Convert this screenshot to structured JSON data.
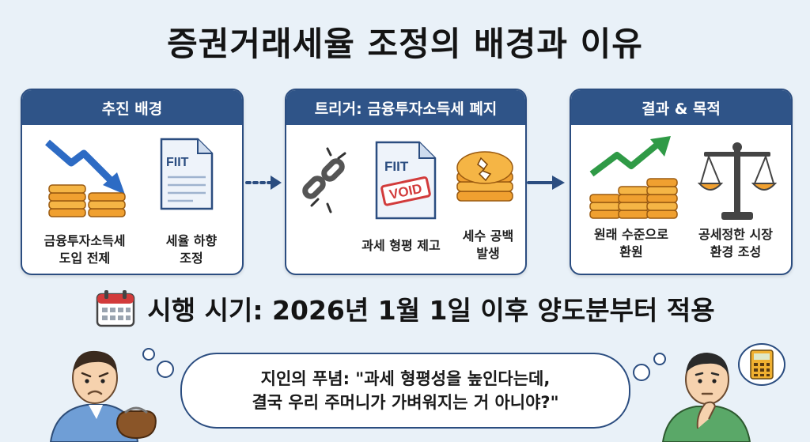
{
  "title": "증권거래세율 조정의 배경과 이유",
  "panels": [
    {
      "header": "추진 배경",
      "labels": [
        "금융투자소득세\n도입 전제",
        "세율 하향\n조정"
      ],
      "doc_text": "FIIT"
    },
    {
      "header": "트리거: 금융투자소득세 폐지",
      "labels": [
        "과세 형평 제고",
        "세수 공백\n발생"
      ],
      "doc_text": "FIIT",
      "stamp_text": "VOID"
    },
    {
      "header": "결과 & 목적",
      "labels": [
        "원래 수준으로\n환원",
        "공세정한 시장\n환경 조성"
      ]
    }
  ],
  "schedule": {
    "text": "시행 시기: 2026년 1월 1일 이후 양도분부터 적용"
  },
  "bubble": {
    "lines": [
      "지인의 푸념: \"과세 형평성을 높인다는데,",
      "결국 우리 주머니가 가벼워지는 거 아니야?\""
    ]
  },
  "colors": {
    "header": "#2f5488",
    "border": "#2b4d80",
    "coin": "#f0a030",
    "trend_down": "#2d6bc4",
    "trend_up": "#2f9a46",
    "void": "#d23b3b"
  }
}
